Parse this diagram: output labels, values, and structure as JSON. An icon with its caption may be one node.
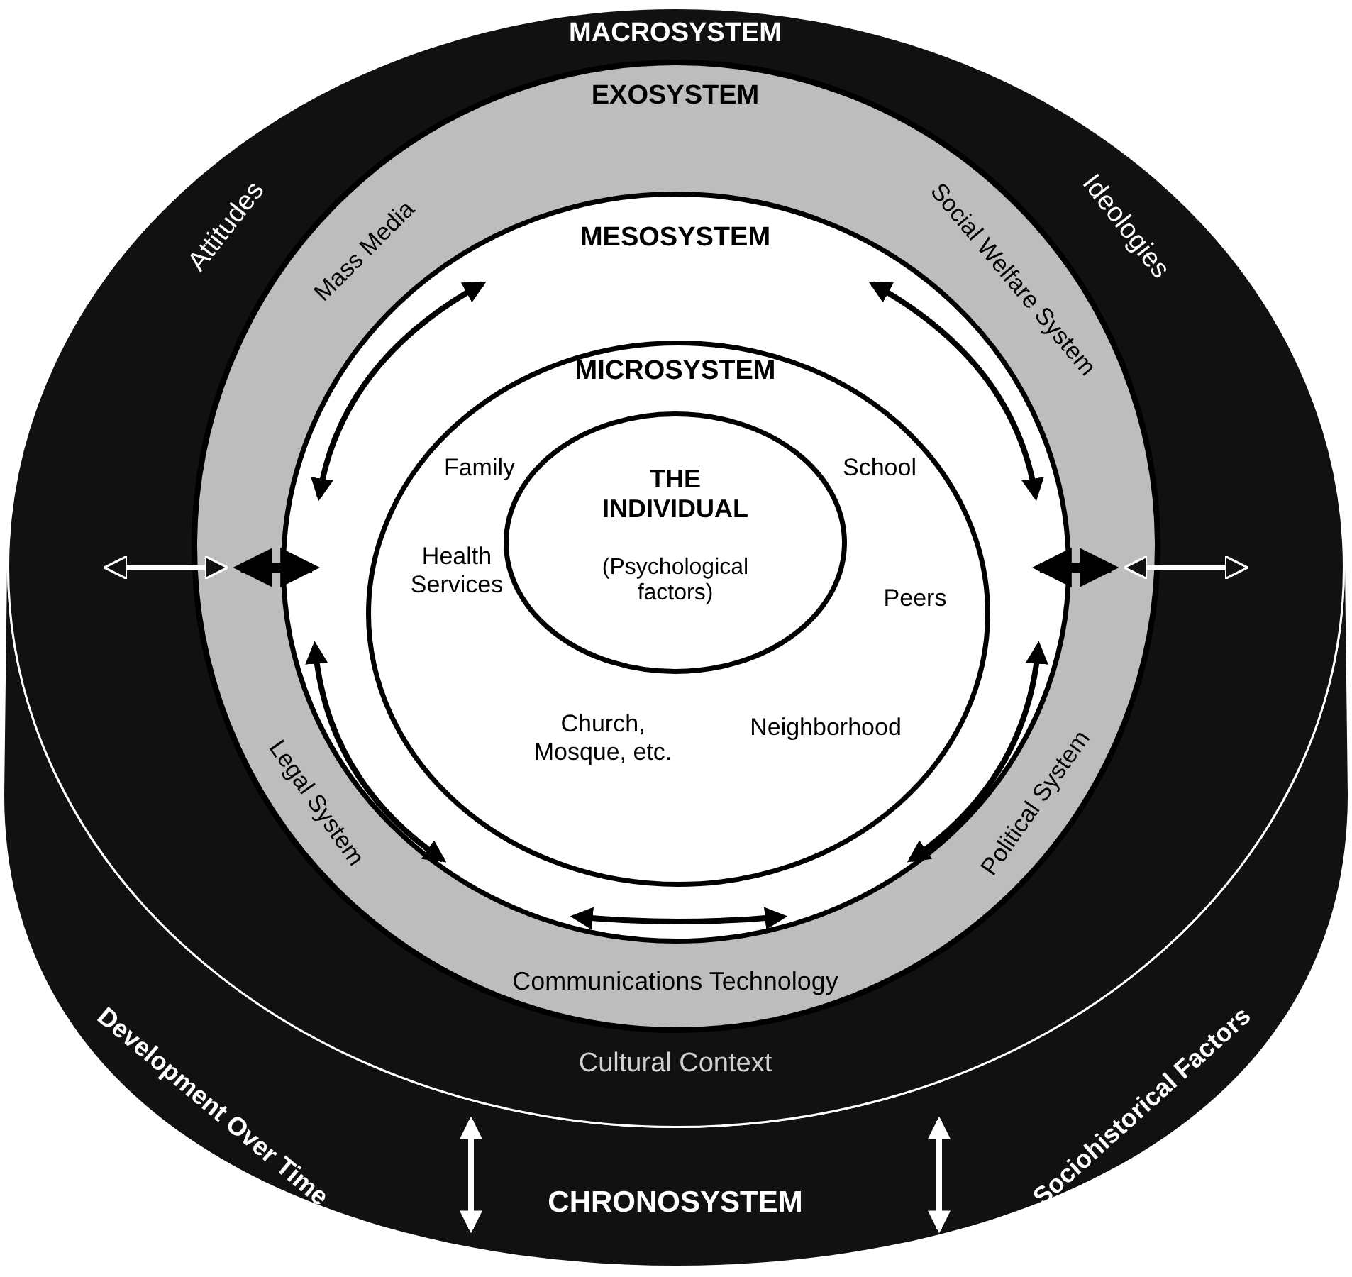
{
  "diagram": {
    "nodes": [
      {
        "text": [
          "MACROSYSTEM",
          "Attitudes",
          "Ideologies",
          "Cultural Context"
        ]
      },
      {
        "text": [
          "EXOSYSTEM",
          "Mass Media",
          "Social Welfare System",
          "Legal System",
          "Political System",
          "Communications Technology"
        ],
        "in": 0
      },
      {
        "text": [
          "MESOSYSTEM"
        ],
        "in": 1
      },
      {
        "text": [
          "MICROSYSTEM",
          "Family",
          "School",
          "Health Services",
          "Peers",
          "Church, Mosque, etc.",
          "Neighborhood"
        ],
        "in": 2
      },
      {
        "text": [
          "THE INDIVIDUAL",
          "(Psychological factors)"
        ],
        "in": 3
      },
      {
        "text": [
          "CHRONOSYSTEM",
          "Development Over Time",
          "Sociohistorical Factors"
        ]
      }
    ],
    "edges": [
      {
        "from": 0,
        "to": 1,
        "arrow": "both",
        "color": "#ffffff"
      },
      {
        "from": 1,
        "to": 2,
        "arrow": "both",
        "color": "#000000"
      },
      {
        "from": 2,
        "to": 1,
        "arrow": "both",
        "color": "#000000"
      },
      {
        "from": 1,
        "to": 0,
        "arrow": "both",
        "color": "#ffffff"
      }
    ]
  }
}
